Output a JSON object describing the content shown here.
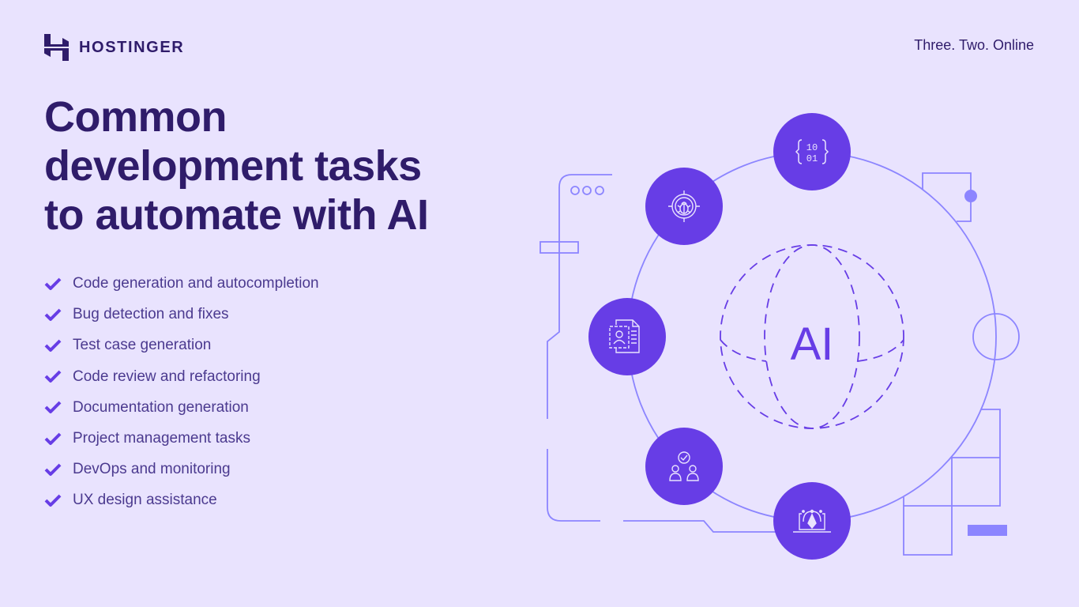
{
  "header": {
    "brand": "HOSTINGER",
    "brand_icon": "hostinger-logo-icon",
    "tagline": "Three. Two. Online"
  },
  "main": {
    "title_lines": [
      "Common",
      "development tasks",
      "to automate with AI"
    ],
    "tasks": [
      {
        "label": "Code generation and autocompletion",
        "icon": "check-icon"
      },
      {
        "label": "Bug detection and fixes",
        "icon": "check-icon"
      },
      {
        "label": "Test case generation",
        "icon": "check-icon"
      },
      {
        "label": "Code review and refactoring",
        "icon": "check-icon"
      },
      {
        "label": "Documentation generation",
        "icon": "check-icon"
      },
      {
        "label": "Project management tasks",
        "icon": "check-icon"
      },
      {
        "label": "DevOps and monitoring",
        "icon": "check-icon"
      },
      {
        "label": "UX design assistance",
        "icon": "check-icon"
      }
    ]
  },
  "diagram": {
    "center_label": "AI",
    "center_icon": "dashed-globe-icon",
    "nodes": [
      {
        "icon": "binary-code-icon",
        "glyph": "{10 01}"
      },
      {
        "icon": "bug-target-icon"
      },
      {
        "icon": "document-profile-icon"
      },
      {
        "icon": "team-check-icon"
      },
      {
        "icon": "design-laptop-pen-icon"
      }
    ]
  },
  "colors": {
    "background": "#E9E3FE",
    "heading": "#2F1C6A",
    "body_text": "#4B3A8F",
    "accent": "#673DE6",
    "line": "#8C85FF"
  }
}
